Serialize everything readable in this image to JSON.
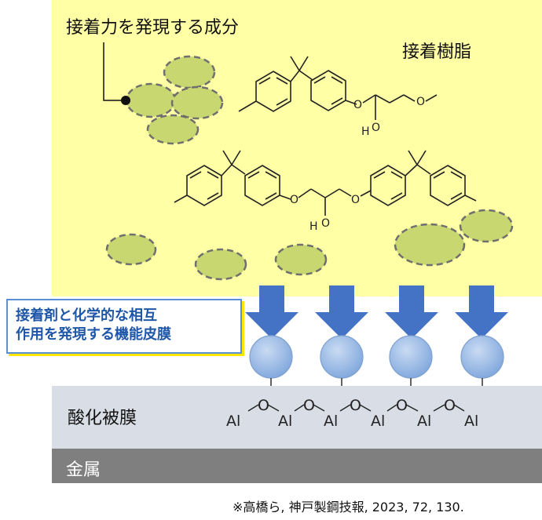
{
  "labels": {
    "adhesion_component": "接着力を発現する成分",
    "adhesive_resin": "接着樹脂",
    "oxide_film": "酸化被膜",
    "metal": "金属",
    "citation": "※高橋ら, 神戸製鋼技報, 2023, 72, 130."
  },
  "callout": {
    "line1": "接着剤と化学的な相互",
    "line2": "作用を発現する機能皮膜"
  },
  "molecule": {
    "atom_o": "O",
    "atom_h": "H"
  },
  "oxide_chain": {
    "al": "Al",
    "o": "O"
  },
  "colors": {
    "resin_bg": "#ffffa6",
    "particle_fill": "#c9d770",
    "oxide_bg": "#d9dde6",
    "metal_bg": "#7f7f7f",
    "arrow": "#4472c4",
    "callout_text": "#1f57a8"
  }
}
